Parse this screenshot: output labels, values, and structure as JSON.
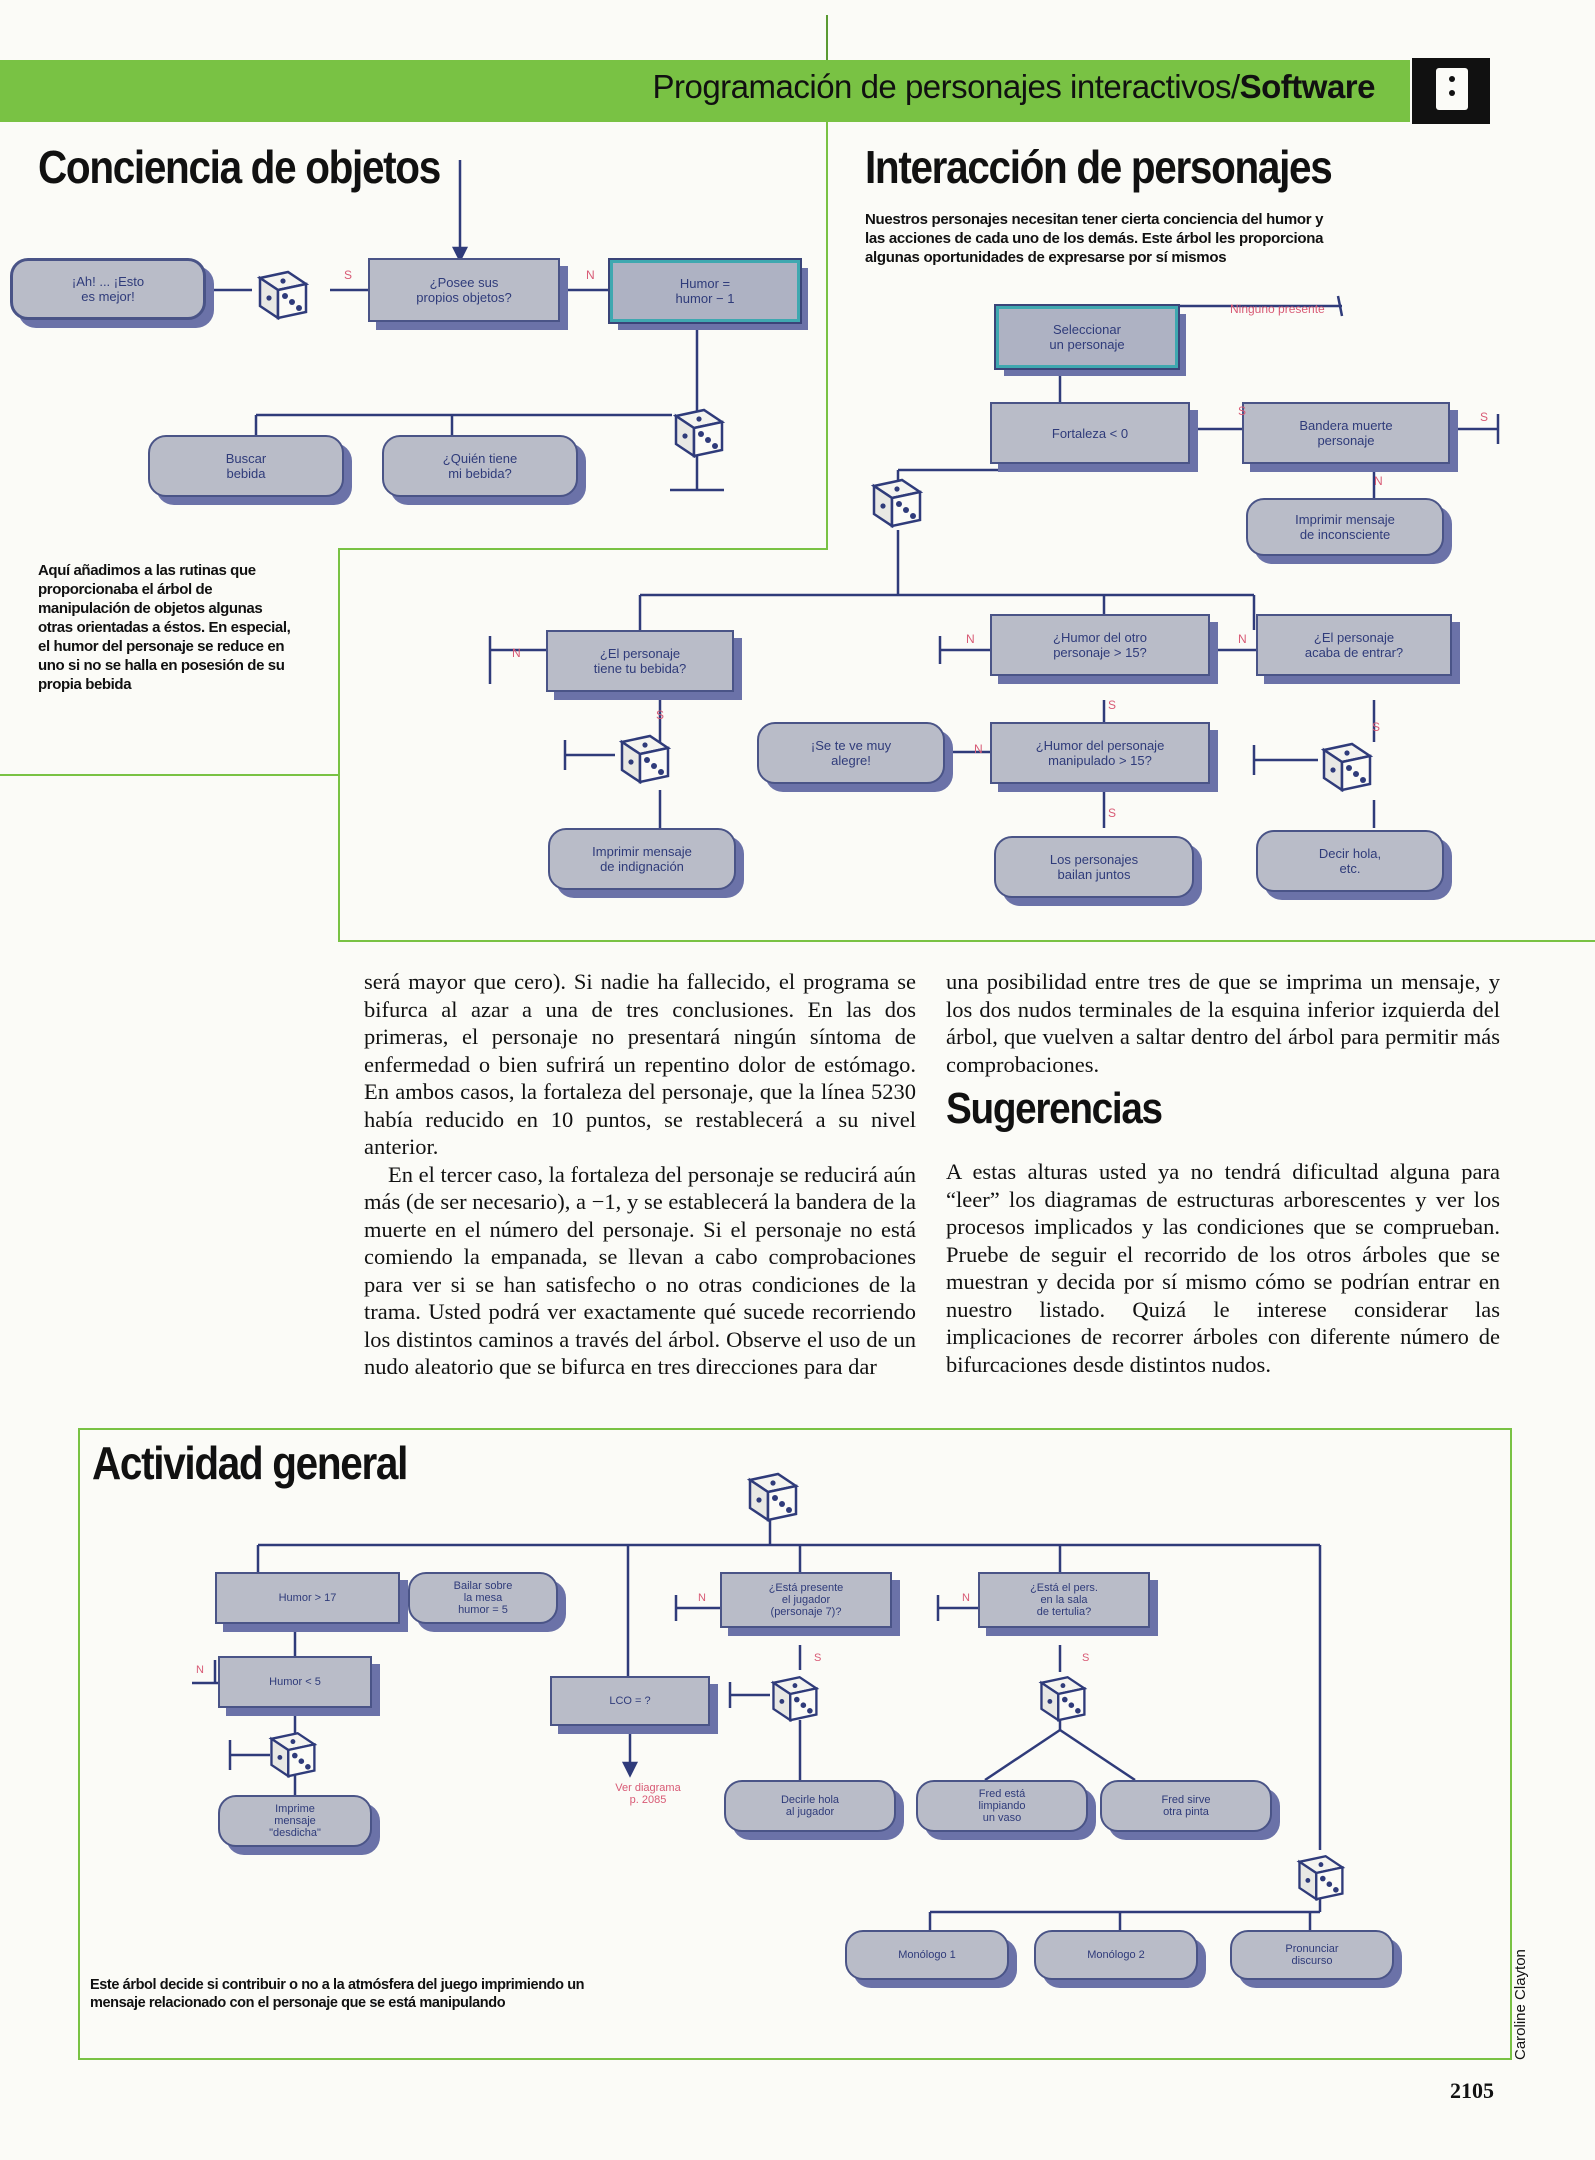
{
  "header": {
    "title_main": "Programación de personajes interactivos/",
    "title_bold": "Software",
    "icon": "floppy-disk-icon"
  },
  "section1": {
    "title": "Conciencia de objetos",
    "caption": "Aquí añadimos a las rutinas que proporcionaba el árbol de manipulación de objetos algunas otras orientadas a éstos. En especial, el humor del personaje se reduce en uno si no se halla en posesión de su propia bebida",
    "nodes": {
      "ah": "¡Ah! ... ¡Esto\nes mejor!",
      "posee": "¿Posee sus\npropios objetos?",
      "humor": "Humor =\nhumor − 1",
      "buscar": "Buscar\nbebida",
      "quien": "¿Quién tiene\nmi bebida?"
    },
    "labels": {
      "s": "S",
      "n": "N"
    }
  },
  "section2": {
    "title": "Interacción de personajes",
    "intro": "Nuestros personajes necesitan tener cierta conciencia del humor y las acciones de cada uno de los demás. Este árbol les proporciona algunas oportunidades de expresarse por sí mismos",
    "ninguno": "Ninguno presente",
    "nodes": {
      "seleccionar": "Seleccionar\nun personaje",
      "fortaleza": "Fortaleza < 0",
      "bandera": "Bandera muerte\npersonaje",
      "imprimir_inc": "Imprimir mensaje\nde inconsciente",
      "tiene_bebida": "¿El personaje\ntiene tu bebida?",
      "humor_otro": "¿Humor del otro\npersonaje > 15?",
      "acaba": "¿El personaje\nacaba de entrar?",
      "alegre": "¡Se te ve muy\nalegre!",
      "humor_manip": "¿Humor del personaje\nmanipulado > 15?",
      "indignacion": "Imprimir mensaje\nde indignación",
      "bailan": "Los personajes\nbailan juntos",
      "hola": "Decir hola,\netc."
    },
    "labels": {
      "s": "S",
      "n": "N"
    }
  },
  "article": {
    "col1": [
      "será mayor que cero). Si nadie ha fallecido, el programa se bifurca al azar a una de tres conclusiones. En las dos primeras, el personaje no presentará ningún síntoma de enfermedad o bien sufrirá un repentino dolor de estómago. En ambos casos, la fortaleza del personaje, que la línea 5230 había reducido en 10 puntos, se restablecerá a su nivel anterior.",
      "En el tercer caso, la fortaleza del personaje se reducirá aún más (de ser necesario), a −1, y se establecerá la bandera de la muerte en el número del personaje. Si el personaje no está comiendo la empanada, se llevan a cabo comprobaciones para ver si se han satisfecho o no otras condiciones de la trama. Usted podrá ver exactamente qué sucede recorriendo los distintos caminos a través del árbol. Observe el uso de un nudo aleatorio que se bifurca en tres direcciones para dar"
    ],
    "col2_top": "una posibilidad entre tres de que se imprima un mensaje, y los dos nudos terminales de la esquina inferior izquierda del árbol, que vuelven a saltar dentro del árbol para permitir más comprobaciones.",
    "heading": "Sugerencias",
    "col2_bottom": "A estas alturas usted ya no tendrá dificultad alguna para “leer” los diagramas de estructuras arborescentes y ver los procesos implicados y las condiciones que se comprueban. Pruebe de seguir el recorrido de los otros árboles que se muestran y decida por sí mismo cómo se podrían entrar en nuestro listado. Quizá le interese considerar las implicaciones de recorrer árboles con diferente número de bifurcaciones desde distintos nudos."
  },
  "section3": {
    "title": "Actividad general",
    "caption": "Este árbol decide si contribuir o no a la atmósfera del juego imprimiendo un mensaje relacionado con el personaje que se está manipulando",
    "nodes": {
      "humor17": "Humor > 17",
      "bailar": "Bailar sobre\nla mesa\nhumor = 5",
      "humor5": "Humor < 5",
      "dedicha": "Imprime\nmensaje\n\"desdicha\"",
      "lco": "LCO = ?",
      "ver": "Ver diagrama\np. 2085",
      "presente": "¿Está presente\nel jugador\n(personaje 7)?",
      "decirhola": "Decirle hola\nal jugador",
      "pers_sala": "¿Está el pers.\nen la sala\nde tertulia?",
      "fred_limp": "Fred está\nlimpiando\nun vaso",
      "fred_sirve": "Fred sirve\notra pinta",
      "mono1": "Monólogo 1",
      "mono2": "Monólogo 2",
      "discurso": "Pronunciar\ndiscurso"
    },
    "labels": {
      "s": "S",
      "n": "N"
    }
  },
  "credit": "Caroline Clayton",
  "page_number": "2105"
}
